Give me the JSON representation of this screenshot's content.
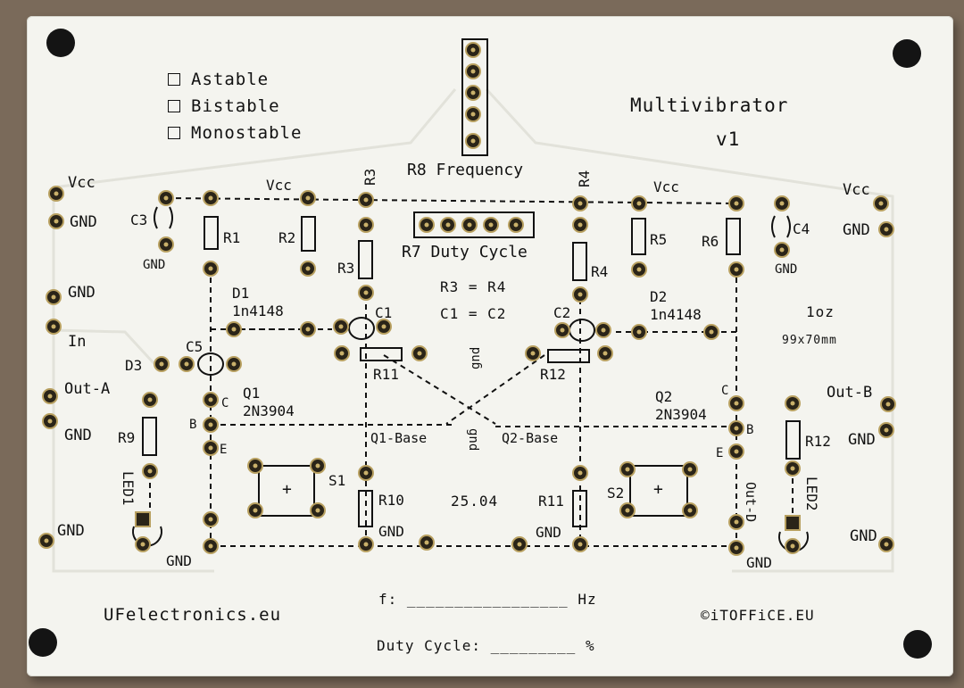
{
  "board": {
    "title_line1": "Multivibrator",
    "title_line2": "v1",
    "modes": [
      "Astable",
      "Bistable",
      "Monostable"
    ],
    "brand_left": "UFelectronics.eu",
    "brand_right": "©iTOFFiCE.EU",
    "date_code": "25.04",
    "weight": "1oz",
    "size": "99x70mm",
    "freq_label": "f:",
    "freq_line": "_________________",
    "freq_unit": "Hz",
    "duty_label": "Duty Cycle:",
    "duty_line": "_________",
    "duty_unit": "%"
  },
  "labels": {
    "vcc": "Vcc",
    "gnd": "GND",
    "gnd_lower": "gnd",
    "in": "In",
    "out_a": "Out-A",
    "out_b": "Out-B",
    "out_d": "Out-D",
    "r8": "R8 Frequency",
    "r7": "R7 Duty Cycle",
    "eq1": "R3 = R4",
    "eq2": "C1 = C2",
    "q1": "Q1",
    "q2": "Q2",
    "q_part": "2N3904",
    "d1": "D1",
    "d2": "D2",
    "d_part": "1n4148",
    "d3": "D3",
    "q1_base": "Q1-Base",
    "q2_base": "Q2-Base",
    "r1": "R1",
    "r2": "R2",
    "r3": "R3",
    "r4": "R4",
    "r5": "R5",
    "r6": "R6",
    "r9": "R9",
    "r10": "R10",
    "r11": "R11",
    "r12": "R12",
    "c1": "C1",
    "c2": "C2",
    "c3": "C3",
    "c4": "C4",
    "c5": "C5",
    "s1": "S1",
    "s2": "S2",
    "led1": "LED1",
    "led2": "LED2",
    "pin_b": "B",
    "pin_c": "C",
    "pin_e": "E",
    "plus": "+"
  },
  "colors": {
    "board": "#f4f4ef",
    "silkscreen": "#111111",
    "pad": "#2a2418",
    "pad_ring": "#b8a060",
    "background": "#7a6a5a"
  }
}
